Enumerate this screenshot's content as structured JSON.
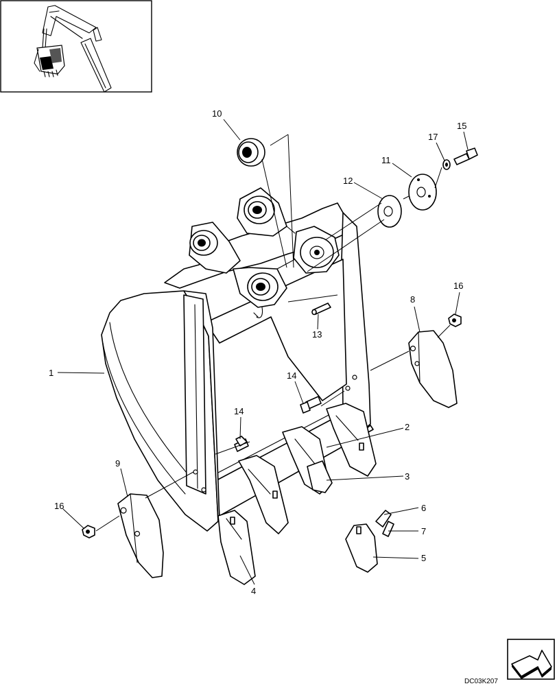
{
  "drawing_code": "DC03K207",
  "callouts": [
    {
      "id": "c1",
      "label": "1"
    },
    {
      "id": "c2",
      "label": "2"
    },
    {
      "id": "c3",
      "label": "3"
    },
    {
      "id": "c4",
      "label": "4"
    },
    {
      "id": "c5",
      "label": "5"
    },
    {
      "id": "c6",
      "label": "6"
    },
    {
      "id": "c7",
      "label": "7"
    },
    {
      "id": "c8",
      "label": "8"
    },
    {
      "id": "c9",
      "label": "9"
    },
    {
      "id": "c10",
      "label": "10"
    },
    {
      "id": "c11",
      "label": "11"
    },
    {
      "id": "c12",
      "label": "12"
    },
    {
      "id": "c13",
      "label": "13"
    },
    {
      "id": "c14a",
      "label": "14"
    },
    {
      "id": "c14b",
      "label": "14"
    },
    {
      "id": "c15",
      "label": "15"
    },
    {
      "id": "c16a",
      "label": "16"
    },
    {
      "id": "c16b",
      "label": "16"
    },
    {
      "id": "c17",
      "label": "17"
    }
  ],
  "icons": {
    "locator": "excavator-locator-icon",
    "navigation": "next-page-arrow-icon"
  }
}
